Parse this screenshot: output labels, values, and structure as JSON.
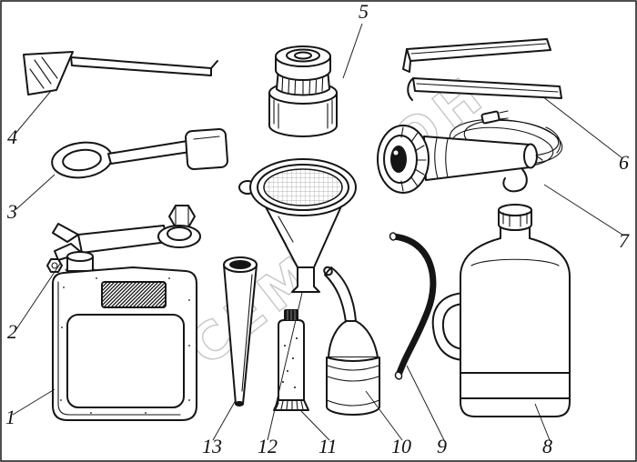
{
  "figure": {
    "background_color": "#ffffff",
    "line_color": "#151515",
    "watermark_color": "#c9c9c9",
    "callouts": [
      "1",
      "2",
      "3",
      "4",
      "5",
      "6",
      "7",
      "8",
      "9",
      "10",
      "11",
      "12",
      "13"
    ],
    "watermark_fragments": [
      "СЕМ",
      "ОН"
    ]
  }
}
